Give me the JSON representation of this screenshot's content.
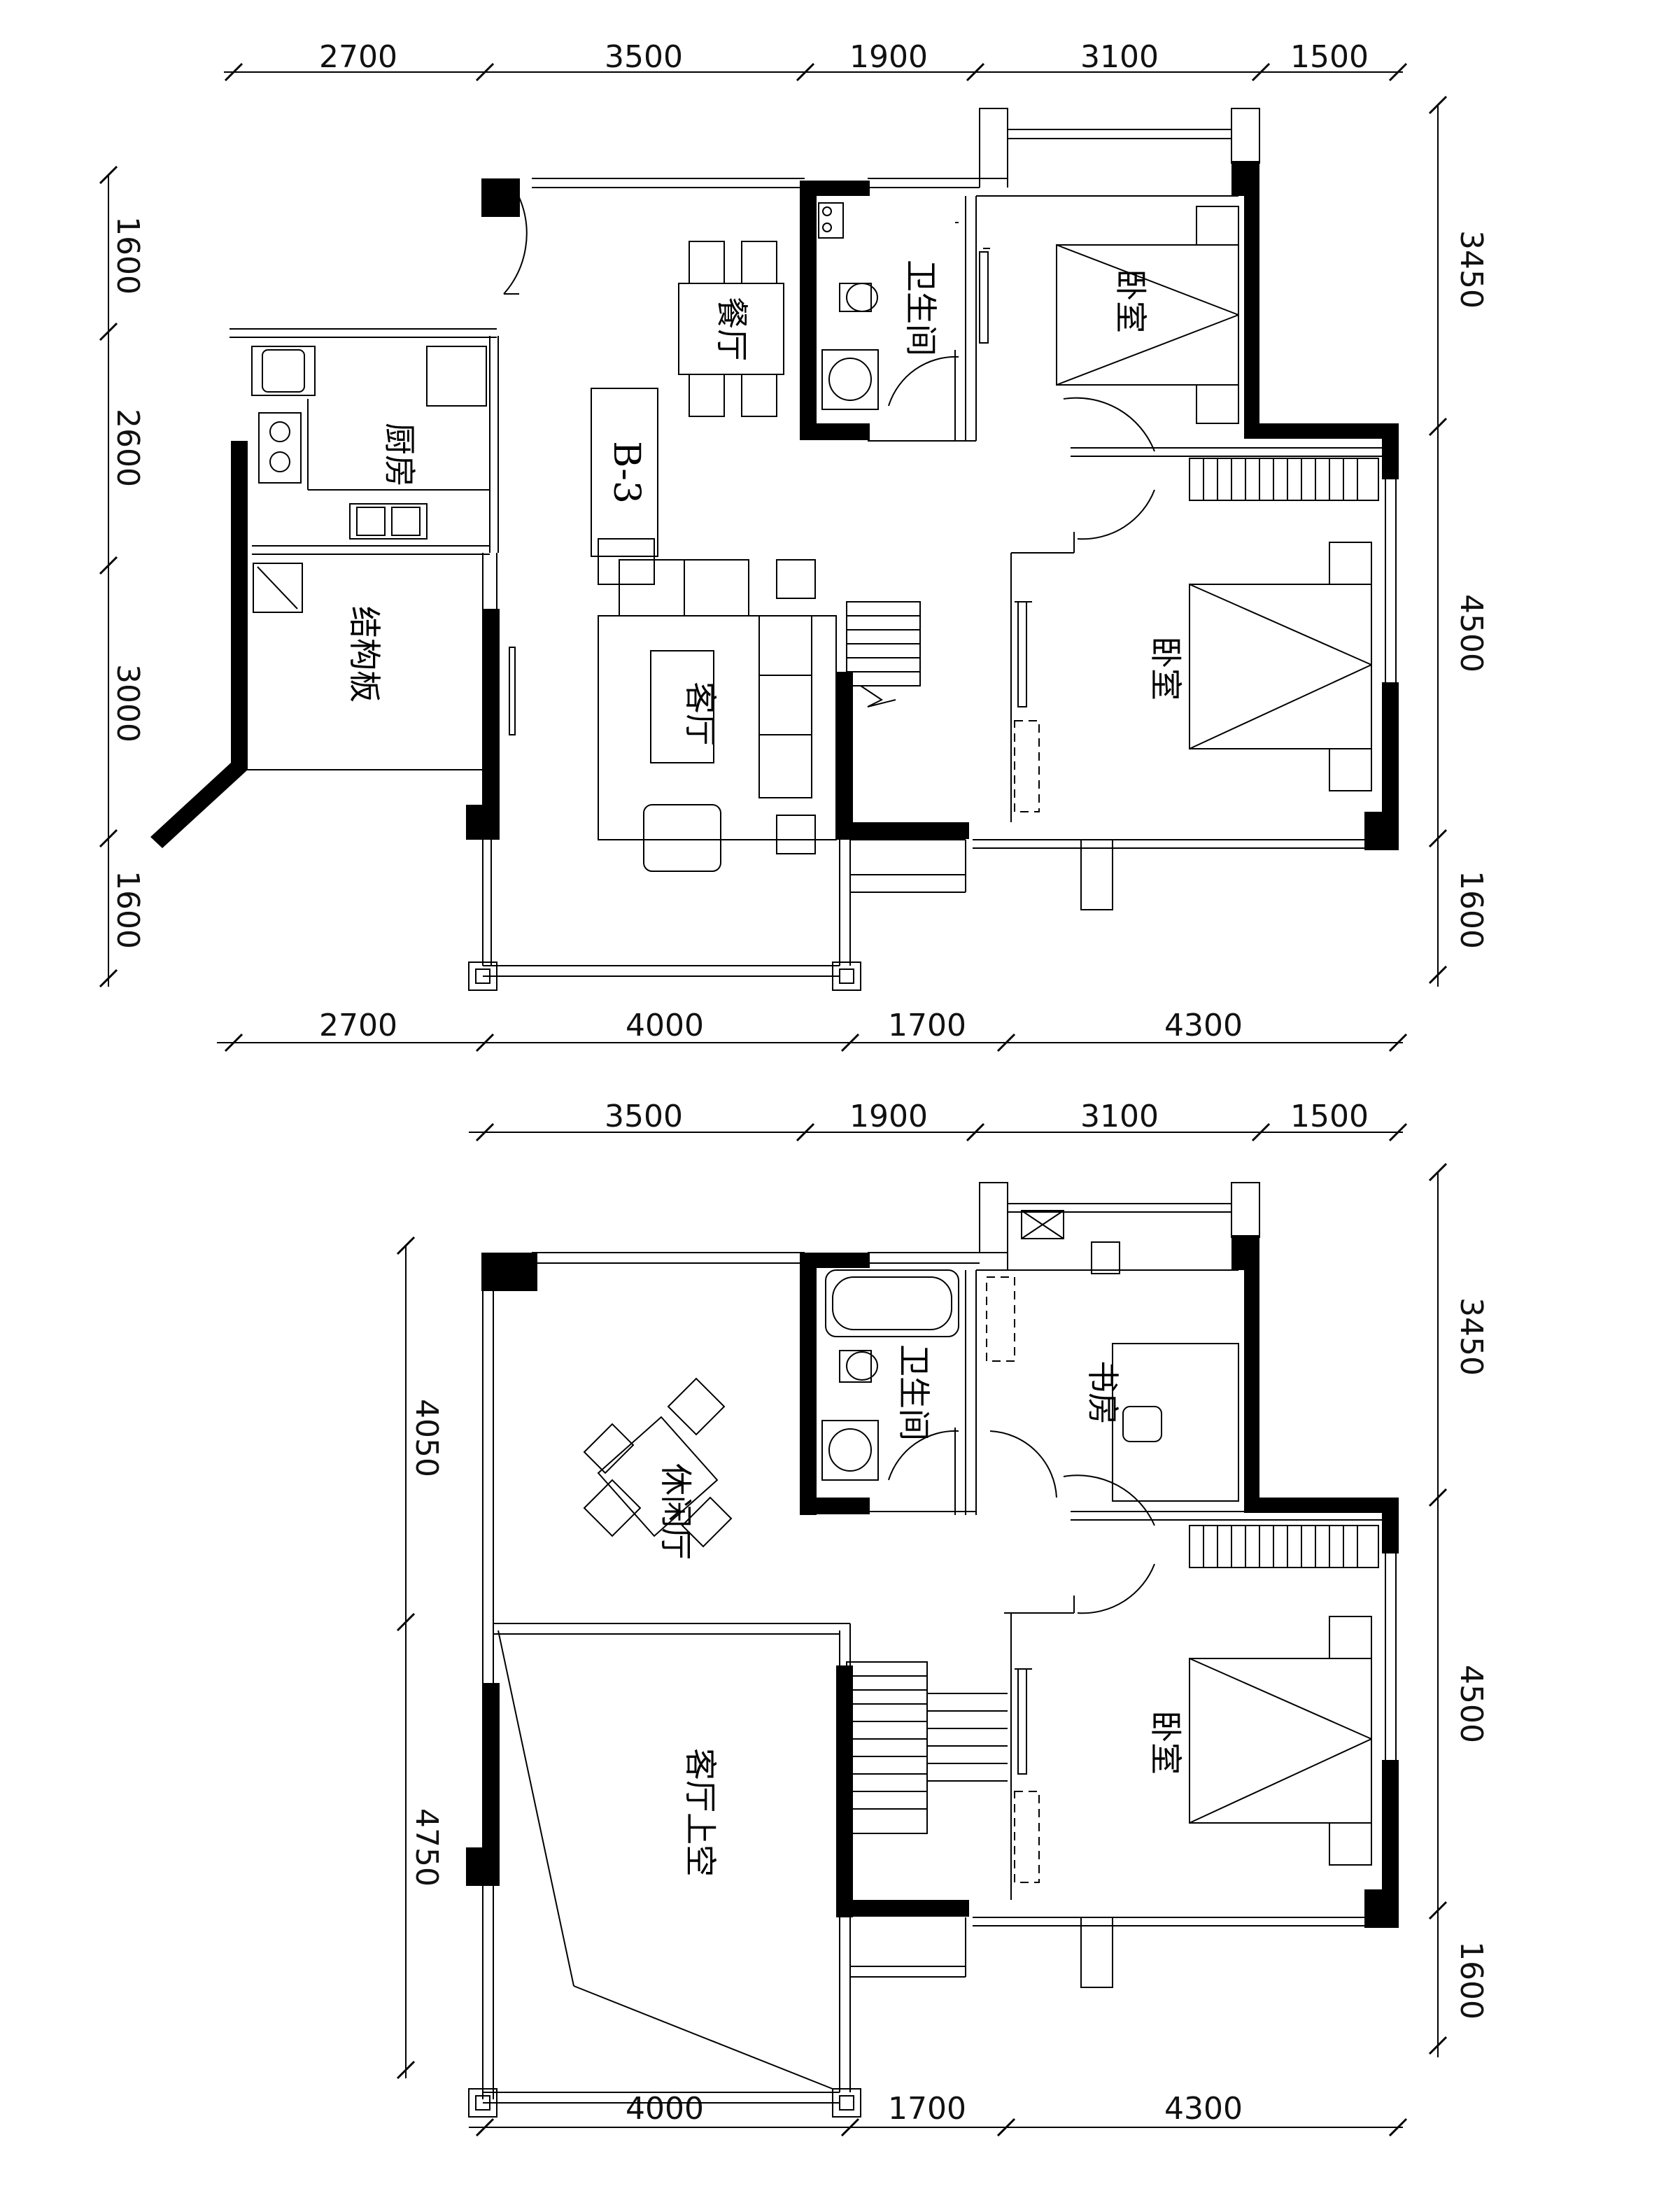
{
  "colors": {
    "ink": "#000000",
    "background": "#ffffff"
  },
  "plan1": {
    "tag": "B-3",
    "rooms": {
      "dining": "餐厅",
      "bath": "卫生间",
      "bed_top": "卧室",
      "kitchen": "厨房",
      "slab": "结构板",
      "living": "客厅",
      "bed_main": "卧室"
    },
    "dims_top": [
      "2700",
      "3500",
      "1900",
      "3100",
      "1500"
    ],
    "dims_bottom": [
      "2700",
      "4000",
      "1700",
      "4300"
    ],
    "dims_left": [
      "1600",
      "2600",
      "3000",
      "1600"
    ],
    "dims_right": [
      "3450",
      "4500",
      "1600"
    ]
  },
  "plan2": {
    "rooms": {
      "bath": "卫生间",
      "study": "书房",
      "leisure": "休闲厅",
      "bed": "卧室",
      "void": "客厅上空"
    },
    "dims_top": [
      "3500",
      "1900",
      "3100",
      "1500"
    ],
    "dims_bottom": [
      "4000",
      "1700",
      "4300"
    ],
    "dims_left": [
      "4050",
      "4750"
    ],
    "dims_right": [
      "3450",
      "4500",
      "1600"
    ]
  }
}
